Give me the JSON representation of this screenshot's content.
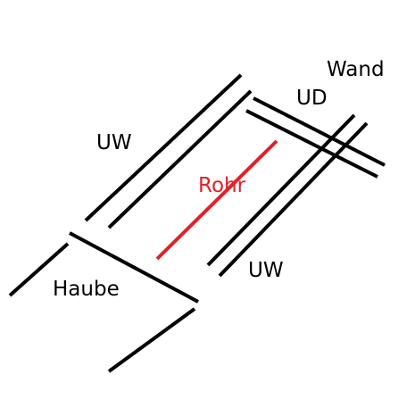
{
  "colors": {
    "background": "#ffffff",
    "line": "#000000",
    "pipe": "#e0202a",
    "text": "#000000"
  },
  "labels": {
    "uw_left": "UW",
    "uw_right": "UW",
    "ud": "UD",
    "wand": "Wand",
    "rohr": "Rohr",
    "haube": "Haube"
  }
}
